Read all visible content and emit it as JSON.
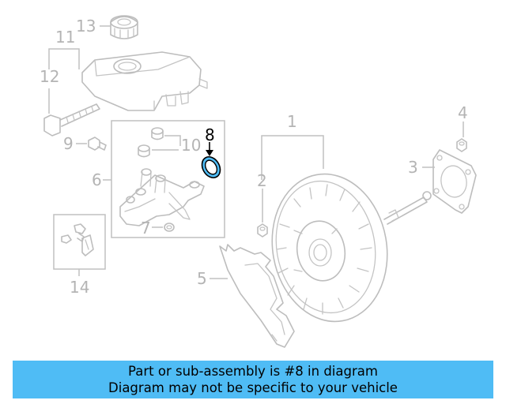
{
  "callouts": {
    "c1": "1",
    "c2": "2",
    "c3": "3",
    "c4": "4",
    "c5": "5",
    "c6": "6",
    "c7": "7",
    "c8": "8",
    "c9": "9",
    "c10": "10",
    "c11": "11",
    "c12": "12",
    "c13": "13",
    "c14": "14"
  },
  "highlight": {
    "part": "8",
    "color": "#4fbcf5"
  },
  "banner": {
    "line1": "Part or sub-assembly is #8 in diagram",
    "line2": "Diagram may not be specific to your vehicle",
    "background": "#4fbcf5"
  }
}
